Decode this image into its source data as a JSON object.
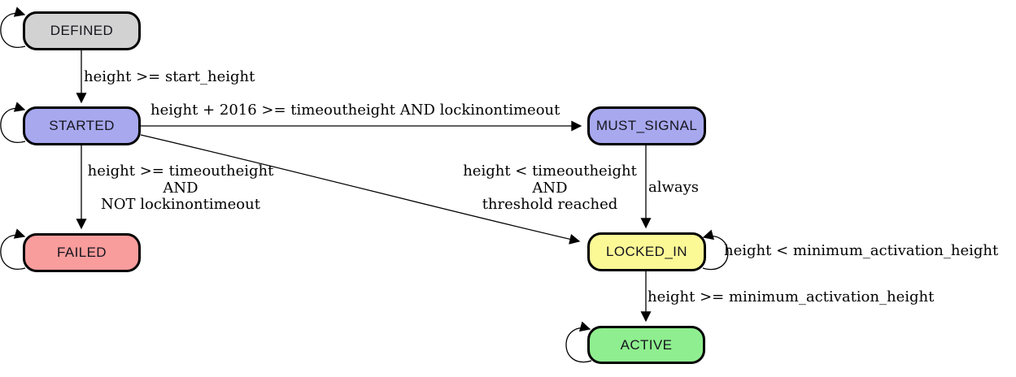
{
  "diagram": {
    "type": "state-machine",
    "background": "#ffffff",
    "line_color": "#000000",
    "nodes": [
      {
        "id": "DEFINED",
        "label": "DEFINED",
        "fill": "#d2d2d2",
        "self_loop": true
      },
      {
        "id": "STARTED",
        "label": "STARTED",
        "fill": "#a8a8ef",
        "self_loop": true
      },
      {
        "id": "MUST_SIGNAL",
        "label": "MUST_SIGNAL",
        "fill": "#a8a8ef",
        "self_loop": false
      },
      {
        "id": "FAILED",
        "label": "FAILED",
        "fill": "#f99c9c",
        "self_loop": true
      },
      {
        "id": "LOCKED_IN",
        "label": "LOCKED_IN",
        "fill": "#fbf996",
        "self_loop": true
      },
      {
        "id": "ACTIVE",
        "label": "ACTIVE",
        "fill": "#8fee8f",
        "self_loop": true
      }
    ],
    "edges": [
      {
        "from": "DEFINED",
        "to": "STARTED",
        "label": "height >= start_height"
      },
      {
        "from": "STARTED",
        "to": "MUST_SIGNAL",
        "label": "height + 2016 >= timeoutheight AND lockinontimeout"
      },
      {
        "from": "STARTED",
        "to": "FAILED",
        "lines": [
          "height >= timeoutheight",
          "AND",
          "NOT lockinontimeout"
        ]
      },
      {
        "from": "STARTED",
        "to": "LOCKED_IN",
        "lines": [
          "height < timeoutheight",
          "AND",
          "threshold reached"
        ]
      },
      {
        "from": "MUST_SIGNAL",
        "to": "LOCKED_IN",
        "label": "always"
      },
      {
        "from": "LOCKED_IN",
        "to": "LOCKED_IN",
        "label": "height < minimum_activation_height"
      },
      {
        "from": "LOCKED_IN",
        "to": "ACTIVE",
        "label": "height >= minimum_activation_height"
      }
    ]
  }
}
